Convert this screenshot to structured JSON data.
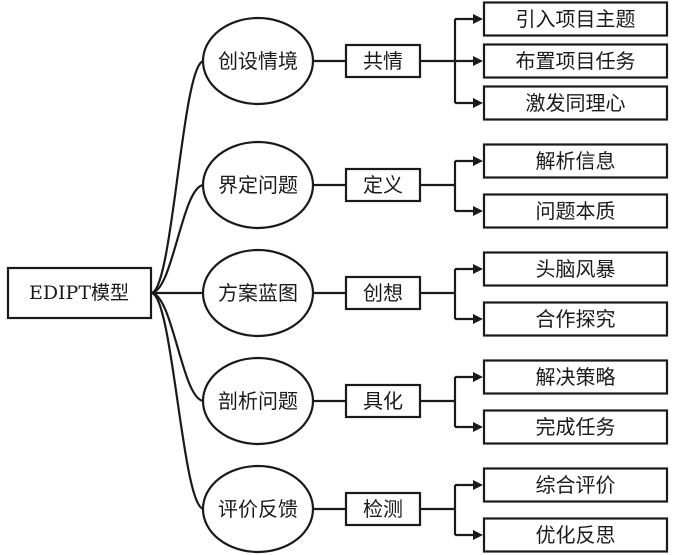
{
  "root": {
    "label": "EDIPT模型"
  },
  "stages": [
    {
      "stage": "创设情境",
      "action": "共情",
      "outcomes": [
        "引入项目主题",
        "布置项目任务",
        "激发同理心"
      ]
    },
    {
      "stage": "界定问题",
      "action": "定义",
      "outcomes": [
        "解析信息",
        "问题本质"
      ]
    },
    {
      "stage": "方案蓝图",
      "action": "创想",
      "outcomes": [
        "头脑风暴",
        "合作探究"
      ]
    },
    {
      "stage": "剖析问题",
      "action": "具化",
      "outcomes": [
        "解决策略",
        "完成任务"
      ]
    },
    {
      "stage": "评价反馈",
      "action": "检测",
      "outcomes": [
        "综合评价",
        "优化反思"
      ]
    }
  ]
}
